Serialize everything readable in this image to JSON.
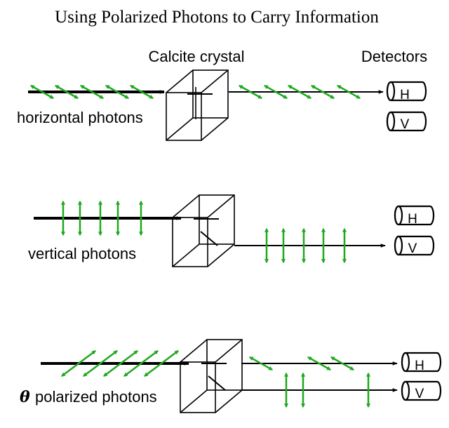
{
  "title": "Using Polarized Photons to Carry Information",
  "crystal_label": "Calcite crystal",
  "detectors_label": "Detectors",
  "detector_h": "H",
  "detector_v": "V",
  "panels": [
    {
      "label": "horizontal photons"
    },
    {
      "label": "vertical photons"
    },
    {
      "theta_symbol": "θ",
      "label": "polarized photons"
    }
  ],
  "colors": {
    "photon": "#1fa81f",
    "beam": "#000000"
  }
}
